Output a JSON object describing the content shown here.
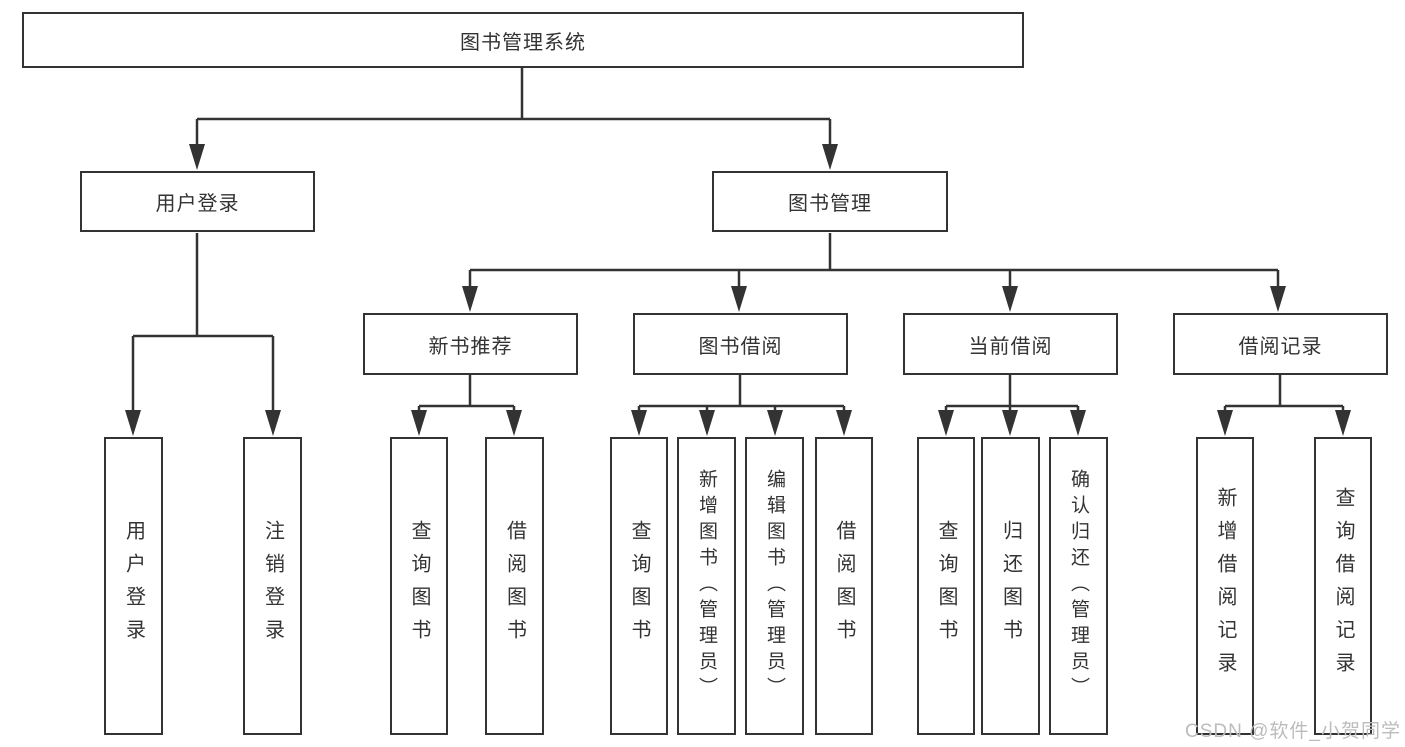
{
  "diagram": {
    "root": {
      "label": "图书管理系统"
    },
    "branches": [
      {
        "label": "用户登录",
        "children": [
          {
            "label": "用户登录"
          },
          {
            "label": "注销登录"
          }
        ]
      },
      {
        "label": "图书管理",
        "children": [
          {
            "label": "新书推荐",
            "children": [
              {
                "label": "查询图书"
              },
              {
                "label": "借阅图书"
              }
            ]
          },
          {
            "label": "图书借阅",
            "children": [
              {
                "label": "查询图书"
              },
              {
                "label": "新增图书（管理员）"
              },
              {
                "label": "编辑图书（管理员）"
              },
              {
                "label": "借阅图书"
              }
            ]
          },
          {
            "label": "当前借阅",
            "children": [
              {
                "label": "查询图书"
              },
              {
                "label": "归还图书"
              },
              {
                "label": "确认归还（管理员）"
              }
            ]
          },
          {
            "label": "借阅记录",
            "children": [
              {
                "label": "新增借阅记录"
              },
              {
                "label": "查询借阅记录"
              }
            ]
          }
        ]
      }
    ]
  },
  "watermark": {
    "text": "CSDN @软件_小贺同学"
  },
  "colors": {
    "line": "#333333",
    "box_border": "#333333",
    "text": "#333333",
    "watermark": "#bcbcbc",
    "background": "#ffffff"
  }
}
